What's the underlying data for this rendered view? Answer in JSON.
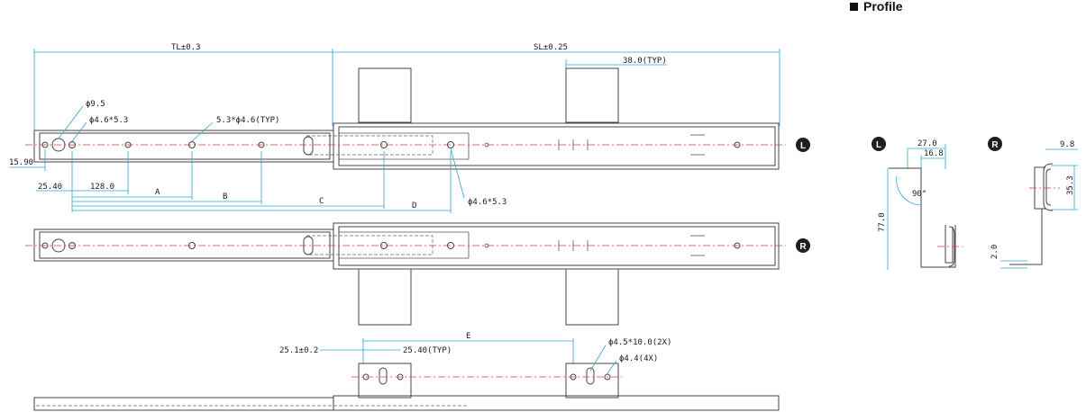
{
  "header": {
    "title": "Profile",
    "marker": "■"
  },
  "dimensions": {
    "tl": "TL±0.3",
    "sl": "SL±0.25",
    "typ38": "38.0(TYP)",
    "dia95": "ϕ9.5",
    "dia46_53a": "ϕ4.6*5.3",
    "slot53_46": "5.3*ϕ4.6(TYP)",
    "d1590": "15.90",
    "d2540": "25.40",
    "d1280": "128.0",
    "a": "A",
    "b": "B",
    "c": "C",
    "d": "D",
    "dia46_53b": "ϕ4.6*5.3",
    "e": "E",
    "d251": "25.1±0.2",
    "d2540typ": "25.40(TYP)",
    "slot45": "ϕ4.5*10.0(2X)",
    "dia44": "ϕ4.4(4X)"
  },
  "profile": {
    "left_badge": "L",
    "right_badge": "R",
    "d270": "27.0",
    "d168": "16.8",
    "angle": "90°",
    "d770": "77.0",
    "d98": "9.8",
    "d353": "35.3",
    "d20": "2.0"
  },
  "side_badges": {
    "left": "L",
    "right": "R"
  },
  "colors": {
    "dimension_line": "#2aa8d8",
    "center_line": "#e23b3b",
    "outline": "#444444",
    "badge": "#1f1f1f"
  }
}
